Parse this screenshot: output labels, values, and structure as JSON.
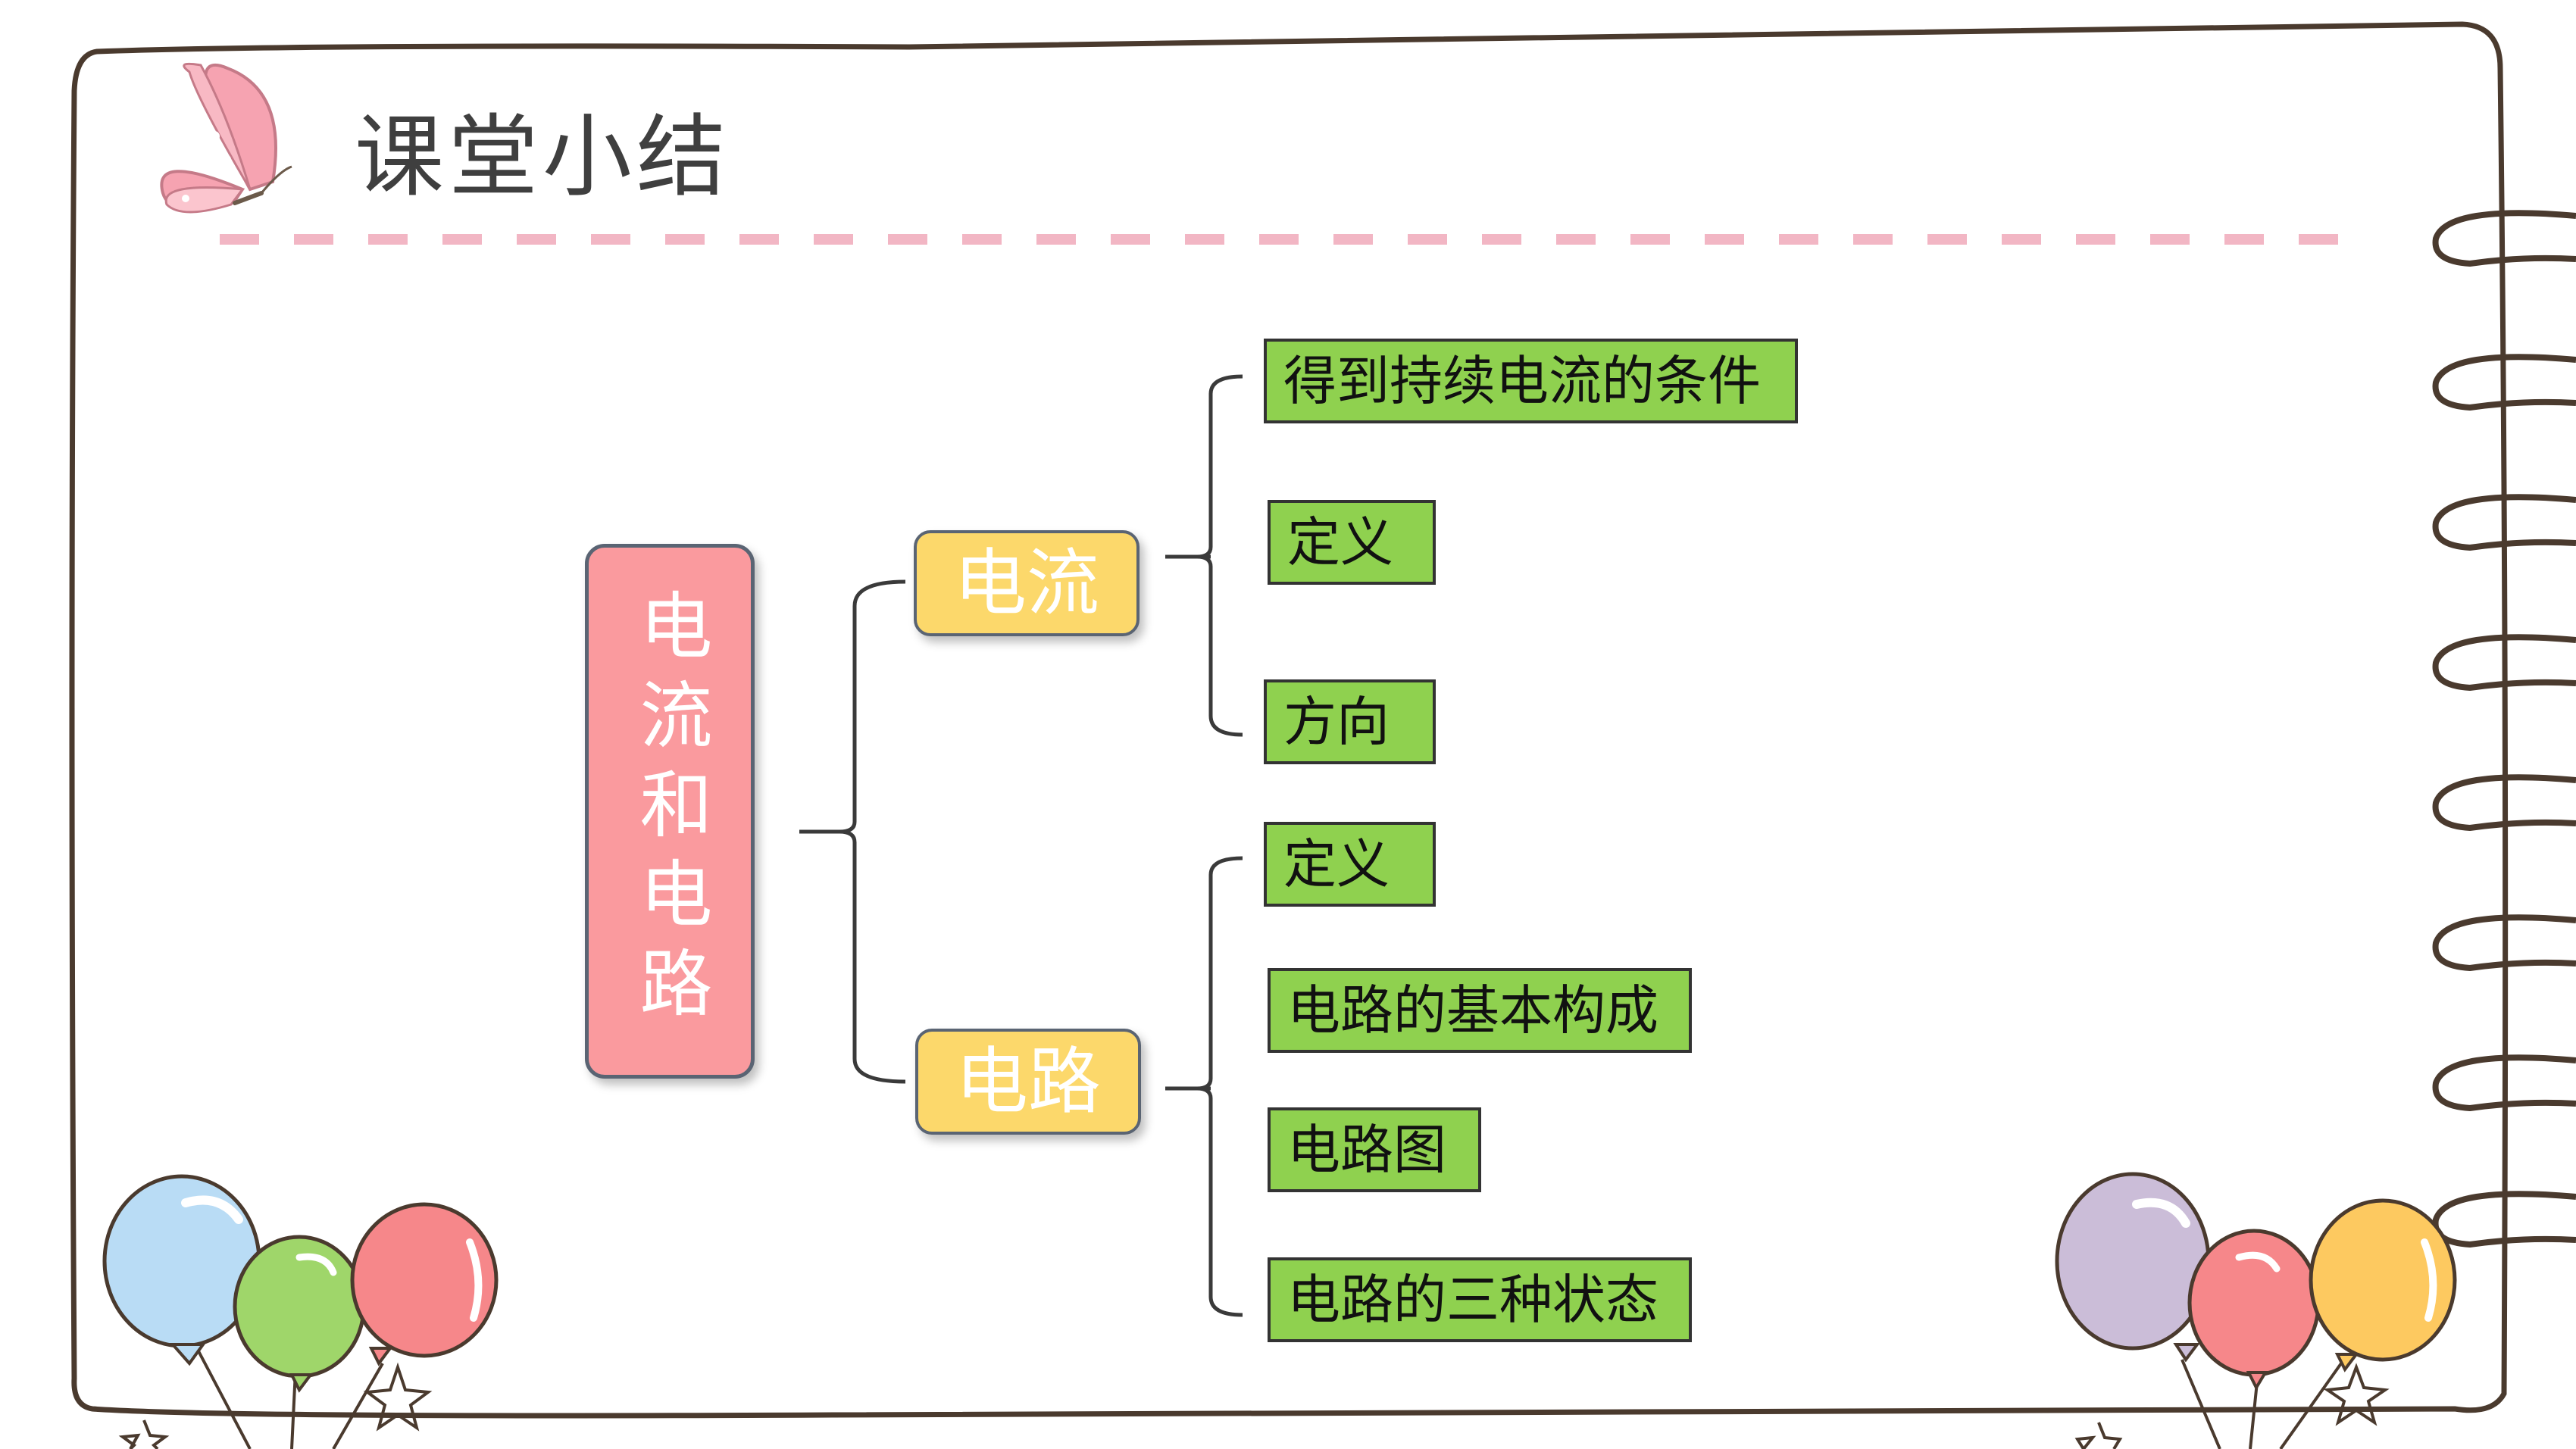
{
  "slide": {
    "title": "课堂小结"
  },
  "diagram": {
    "root": {
      "label": "电流和电路"
    },
    "branches": [
      {
        "label": "电流",
        "children": [
          "得到持续电流的条件",
          "定义",
          "方向"
        ]
      },
      {
        "label": "电路",
        "children": [
          "定义",
          "电路的基本构成",
          "电路图",
          "电路的三种状态"
        ]
      }
    ]
  },
  "colors": {
    "root_fill": "#fa9a9e",
    "branch_fill": "#fcd86b",
    "leaf_fill": "#8fd14f",
    "dash_pink": "#f2b6c4",
    "frame_line": "#4a3a2e"
  },
  "icons": {
    "corner_decoration": "butterfly-icon",
    "bottom_decorations": [
      "balloons-left-icon",
      "balloons-right-icon",
      "star-icon"
    ]
  }
}
